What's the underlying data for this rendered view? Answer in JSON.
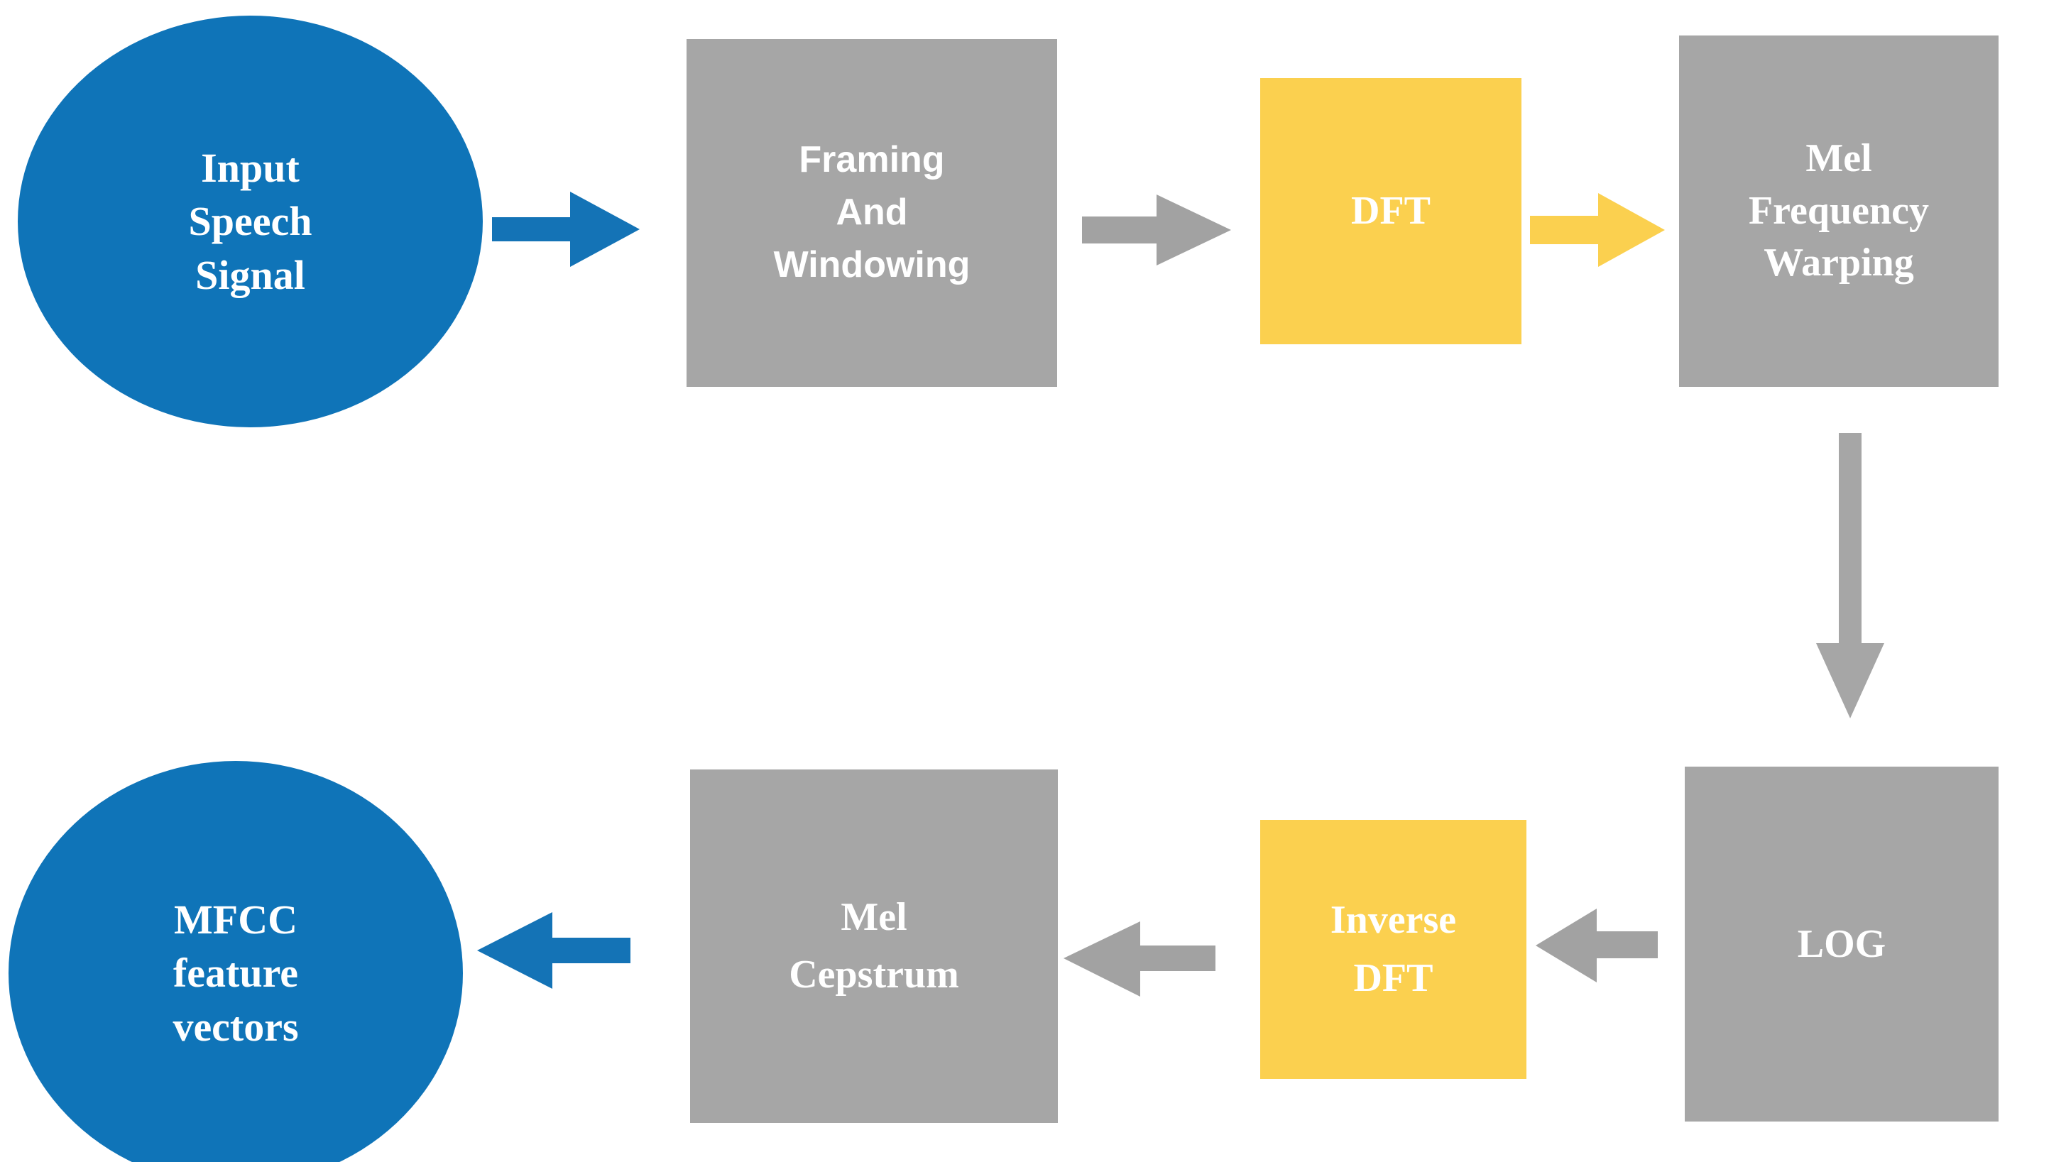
{
  "diagram": {
    "title": "MFCC Feature Extraction Block Diagram",
    "type": "flowchart",
    "palette": {
      "blue": "#0f74b8",
      "gray": "#a6a6a6",
      "gold": "#fbd04f",
      "text": "#ffffff",
      "background": "#ffffff"
    },
    "nodes": [
      {
        "id": "input-speech-signal",
        "label": "Input\nSpeech\nSignal",
        "shape": "ellipse",
        "color": "blue"
      },
      {
        "id": "framing-and-windowing",
        "label": "Framing\nAnd\nWindowing",
        "shape": "rect",
        "color": "gray"
      },
      {
        "id": "dft",
        "label": "DFT",
        "shape": "rect",
        "color": "gold"
      },
      {
        "id": "mel-frequency-warping",
        "label": "Mel\nFrequency\nWarping",
        "shape": "rect",
        "color": "gray"
      },
      {
        "id": "log",
        "label": "LOG",
        "shape": "rect",
        "color": "gray"
      },
      {
        "id": "inverse-dft",
        "label": "Inverse\nDFT",
        "shape": "rect",
        "color": "gold"
      },
      {
        "id": "mel-cepstrum",
        "label": "Mel\nCepstrum",
        "shape": "rect",
        "color": "gray"
      },
      {
        "id": "mfcc-feature-vectors",
        "label": "MFCC\nfeature\nvectors",
        "shape": "ellipse",
        "color": "blue"
      }
    ],
    "edges": [
      {
        "id": "edge-input-to-framing",
        "from": "input-speech-signal",
        "to": "framing-and-windowing",
        "direction": "right",
        "color": "blue"
      },
      {
        "id": "edge-framing-to-dft",
        "from": "framing-and-windowing",
        "to": "dft",
        "direction": "right",
        "color": "gray"
      },
      {
        "id": "edge-dft-to-mel-warping",
        "from": "dft",
        "to": "mel-frequency-warping",
        "direction": "right",
        "color": "gold"
      },
      {
        "id": "edge-mel-warping-to-log",
        "from": "mel-frequency-warping",
        "to": "log",
        "direction": "down",
        "color": "gray"
      },
      {
        "id": "edge-log-to-inverse-dft",
        "from": "log",
        "to": "inverse-dft",
        "direction": "left",
        "color": "gray"
      },
      {
        "id": "edge-inverse-dft-to-cepstrum",
        "from": "inverse-dft",
        "to": "mel-cepstrum",
        "direction": "left",
        "color": "gray"
      },
      {
        "id": "edge-cepstrum-to-mfcc",
        "from": "mel-cepstrum",
        "to": "mfcc-feature-vectors",
        "direction": "left",
        "color": "blue"
      }
    ]
  }
}
